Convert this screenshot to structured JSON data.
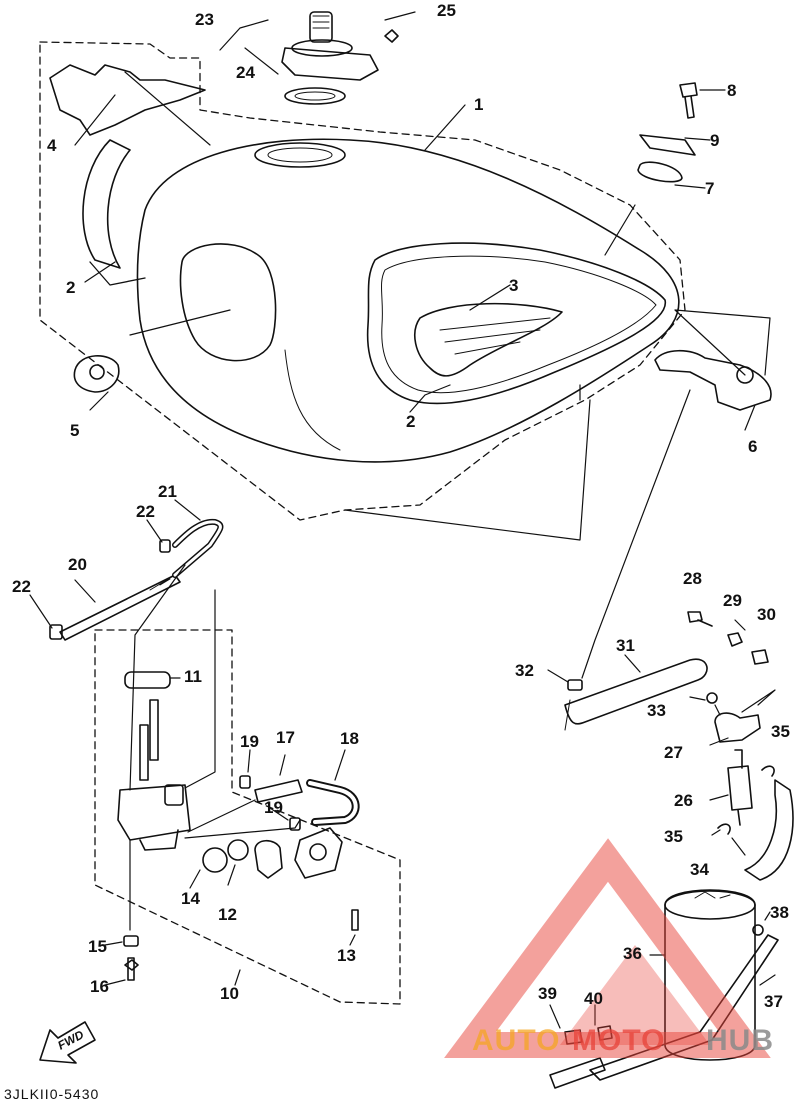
{
  "diagram": {
    "part_numbers": [
      "1",
      "2",
      "2",
      "3",
      "4",
      "5",
      "6",
      "7",
      "8",
      "9",
      "10",
      "11",
      "12",
      "13",
      "14",
      "15",
      "16",
      "17",
      "18",
      "19",
      "19",
      "20",
      "21",
      "22",
      "22",
      "23",
      "24",
      "25",
      "26",
      "27",
      "28",
      "29",
      "30",
      "31",
      "32",
      "33",
      "34",
      "35",
      "35",
      "36",
      "37",
      "38",
      "39",
      "40"
    ],
    "drawing_code": "3JLKII0-5430",
    "direction_label": "FWD"
  },
  "watermark": {
    "part1": "AUTO",
    "part2": "MOTO",
    "part3": "HUB",
    "colors": {
      "orange": "#f5a623",
      "red": "#e8433a",
      "gray": "#9a9a9a"
    }
  }
}
